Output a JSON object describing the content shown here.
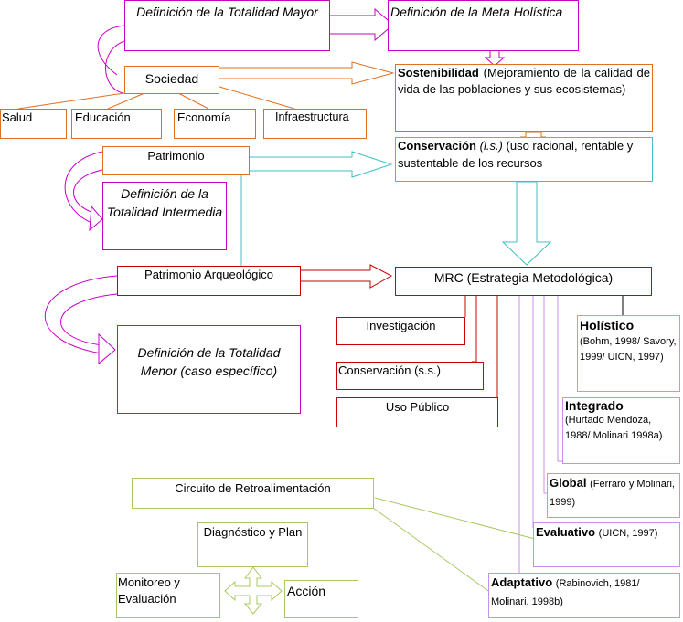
{
  "totalidad_mayor": "Definición de la Totalidad Mayor",
  "meta_holistica": "Definición de la Meta Holística",
  "sociedad": "Sociedad",
  "sostenibilidad": {
    "term": "Sostenibilidad",
    "text": "(Mejoramiento de la calidad de vida de las poblaciones y sus ecosistemas)"
  },
  "sectores": [
    "Salud",
    "Educación",
    "Economía",
    "Infraestructura"
  ],
  "patrimonio": "Patrimonio",
  "conservacion_ls": {
    "term": "Conservación",
    "abbr": "(l.s.)",
    "text": "(uso racional, rentable y sustentable de los recursos"
  },
  "totalidad_intermedia": "Definición de la Totalidad Intermedia",
  "patrimonio_arqueologico": "Patrimonio Arqueológico",
  "mrc": "MRC (Estrategia Metodológica)",
  "totalidad_menor": "Definición de la Totalidad Menor (caso específico)",
  "investigacion": "Investigación",
  "conservacion_ss": "Conservación (s.s.)",
  "uso_publico": "Uso Público",
  "holistico": {
    "term": "Holístico",
    "ref": "(Bohm, 1998/ Savory, 1999/ UICN, 1997)"
  },
  "integrado": {
    "term": "Integrado",
    "ref": "(Hurtado Mendoza, 1988/ Molinari 1998a)"
  },
  "global": {
    "term": "Global",
    "ref": "(Ferraro y Molinari, 1999)"
  },
  "evaluativo": {
    "term": "Evaluativo",
    "ref": "(UICN, 1997)"
  },
  "adaptativo": {
    "term": "Adaptativo",
    "ref": "(Rabinovich, 1981/ Molinari, 1998b)"
  },
  "circuito": "Circuito de Retroalimentación",
  "diagnostico": "Diagnóstico y Plan",
  "monitoreo": "Monitoreo y Evaluación",
  "accion": "Acción",
  "colors": {
    "magenta": "#c800c8",
    "orange": "#e07020",
    "red": "#c80000",
    "cyan": "#40c0c0",
    "violet": "#c890e8",
    "green": "#a8c860"
  }
}
